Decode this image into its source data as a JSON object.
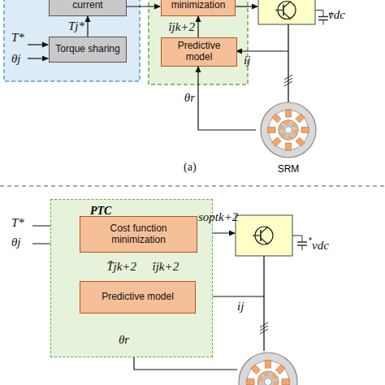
{
  "diagram": {
    "nodes": [
      {
        "text": [
          "current"
        ]
      },
      {
        "text": [
          "Torque sharing"
        ]
      },
      {
        "text": [
          "minimization"
        ]
      },
      {
        "text": [
          "Predictive model"
        ]
      },
      {
        "text": [
          "SRM"
        ]
      },
      {
        "text": [
          "PTC"
        ]
      },
      {
        "text": [
          "Cost function minimization"
        ],
        "in": 5
      },
      {
        "text": [
          "Predictive model"
        ],
        "in": 5
      }
    ],
    "edges": [
      {
        "from": 1,
        "to": 0,
        "arrow": "to",
        "label": "Tj*"
      },
      {
        "from": 3,
        "to": 2,
        "arrow": "to",
        "label": "îjk+2"
      },
      {
        "from": 4,
        "to": 3,
        "arrow": "to",
        "label": "θr"
      },
      {
        "from": 7,
        "to": 6,
        "arrow": "to",
        "label": "T̂jk+2"
      },
      {
        "from": 7,
        "to": 6,
        "arrow": "to",
        "label": "îjk+2"
      }
    ],
    "labels": [
      "T*",
      "θj",
      "vdc",
      "ij",
      "(a)",
      "T*",
      "θj",
      "soptk+2",
      "vdc",
      "ij",
      "θr"
    ]
  }
}
